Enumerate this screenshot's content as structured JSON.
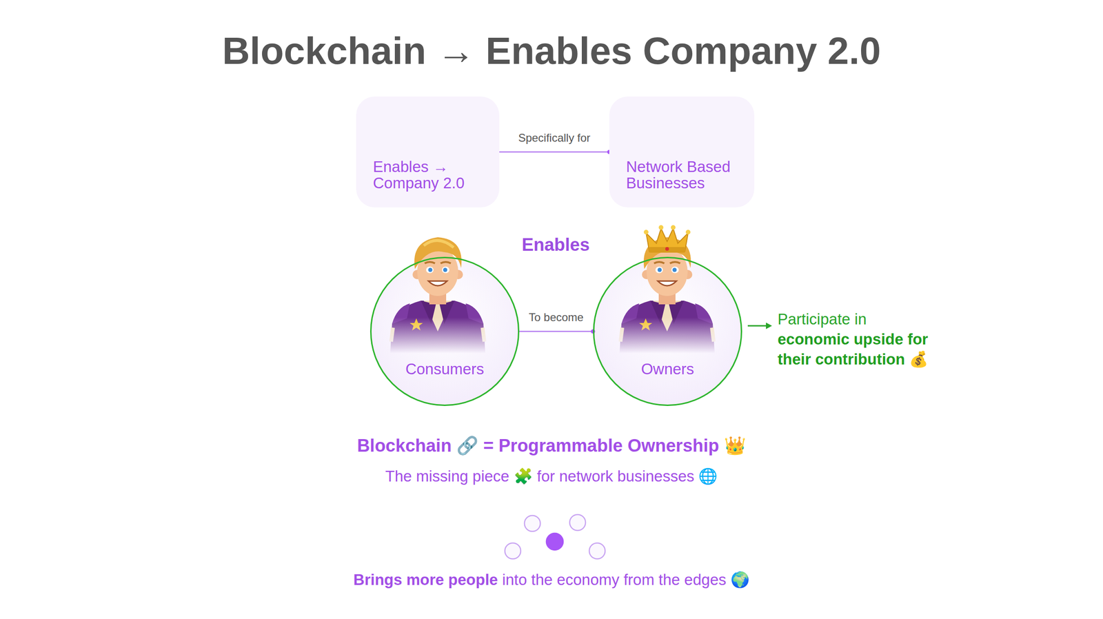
{
  "diagram": {
    "title": "Blockchain → Enables Company 2.0",
    "nodes": [
      {
        "text": [
          "Enables → Company 2.0"
        ]
      },
      {
        "text": [
          "Network Based Businesses"
        ]
      },
      {
        "text": [
          "Consumers"
        ]
      },
      {
        "text": [
          "Owners"
        ]
      }
    ],
    "edges": [
      {
        "from": 0,
        "to": 1,
        "label": "Specifically for",
        "arrow": "to"
      },
      {
        "from": 2,
        "to": 3,
        "label": "To become",
        "arrow": "to"
      }
    ],
    "labels": [
      "Enables",
      "Participate in",
      "economic upside for their contribution 💰",
      "Blockchain 🔗 = Programmable Ownership 👑",
      "The missing piece 🧩 for network businesses 🌐",
      "Brings more people",
      "into the economy from the edges 🌍"
    ]
  }
}
